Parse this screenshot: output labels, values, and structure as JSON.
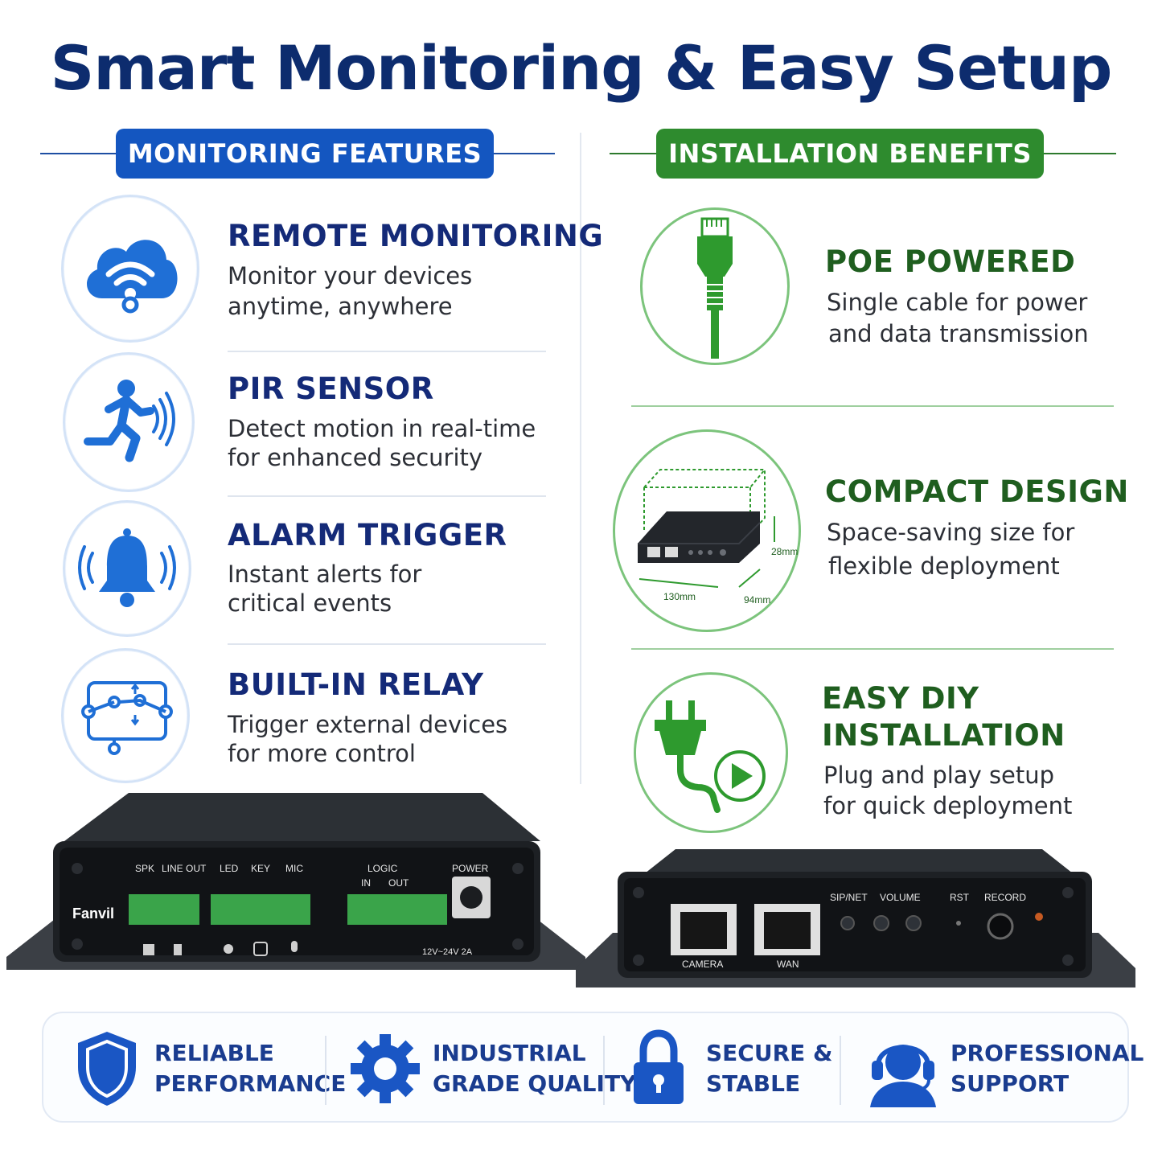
{
  "title": "Smart Monitoring & Easy Setup",
  "monitoring": {
    "header": "MONITORING FEATURES",
    "items": [
      {
        "icon": "cloud-wifi-icon",
        "title": "REMOTE MONITORING",
        "line1": "Monitor your devices",
        "line2": "anytime, anywhere"
      },
      {
        "icon": "running-person-icon",
        "title": "PIR SENSOR",
        "line1": "Detect motion in real-time",
        "line2": "for enhanced security"
      },
      {
        "icon": "bell-icon",
        "title": "ALARM TRIGGER",
        "line1": "Instant alerts for",
        "line2": "critical events"
      },
      {
        "icon": "relay-switch-icon",
        "title": "BUILT-IN RELAY",
        "line1": "Trigger external devices",
        "line2": "for more control"
      }
    ]
  },
  "installation": {
    "header": "INSTALLATION BENEFITS",
    "items": [
      {
        "icon": "ethernet-cable-icon",
        "title": "POE POWERED",
        "line1": "Single cable for power",
        "line2": "and data transmission"
      },
      {
        "icon": "compact-device-icon",
        "title": "COMPACT DESIGN",
        "line1": "Space-saving size for",
        "line2": "flexible deployment",
        "dims": {
          "height": "28mm",
          "length": "130mm",
          "depth": "94mm"
        }
      },
      {
        "icon": "plug-play-icon",
        "title": "EASY DIY",
        "title2": "INSTALLATION",
        "line1": "Plug and play setup",
        "line2": "for quick deployment"
      }
    ]
  },
  "device_front": {
    "brand": "Fanvil",
    "labels": {
      "spk": "SPK",
      "lineout": "LINE OUT",
      "led": "LED",
      "key": "KEY",
      "mic": "MIC",
      "logic": "LOGIC",
      "in": "IN",
      "out": "OUT",
      "power": "POWER",
      "voltage": "12V~24V 2A"
    }
  },
  "device_back": {
    "labels": {
      "sipnet": "SIP/NET",
      "volume": "VOLUME",
      "rst": "RST",
      "record": "RECORD",
      "camera": "CAMERA",
      "wan": "WAN"
    }
  },
  "bottom": [
    {
      "icon": "shield-icon",
      "line1": "RELIABLE",
      "line2": "PERFORMANCE"
    },
    {
      "icon": "gear-icon",
      "line1": "INDUSTRIAL",
      "line2": "GRADE QUALITY"
    },
    {
      "icon": "lock-icon",
      "line1": "SECURE &",
      "line2": "STABLE"
    },
    {
      "icon": "headset-icon",
      "line1": "PROFESSIONAL",
      "line2": "SUPPORT"
    }
  ],
  "colors": {
    "navy": "#0d2c6e",
    "blue": "#1456c0",
    "green": "#2e8b2e",
    "dark_green": "#1f5e1f"
  }
}
